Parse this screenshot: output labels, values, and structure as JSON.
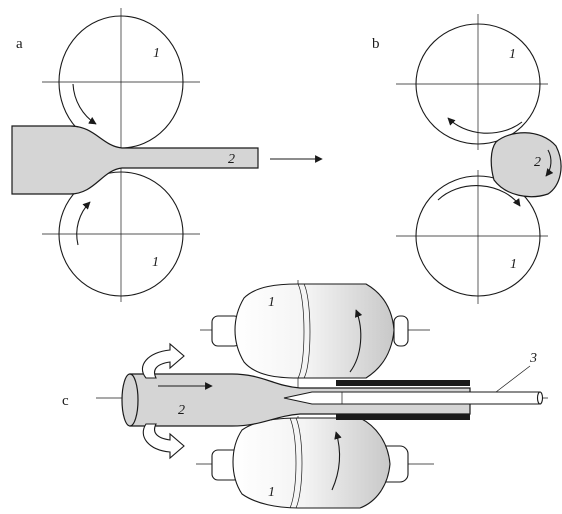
{
  "panels": {
    "a": {
      "letter": "a",
      "roll_top_label": "1",
      "roll_bottom_label": "1",
      "workpiece_label": "2"
    },
    "b": {
      "letter": "b",
      "roll_top_label": "1",
      "roll_bottom_label": "1",
      "workpiece_label": "2"
    },
    "c": {
      "letter": "c",
      "roll_top_label": "1",
      "roll_bottom_label": "1",
      "workpiece_label": "2",
      "mandrel_label": "3"
    }
  }
}
